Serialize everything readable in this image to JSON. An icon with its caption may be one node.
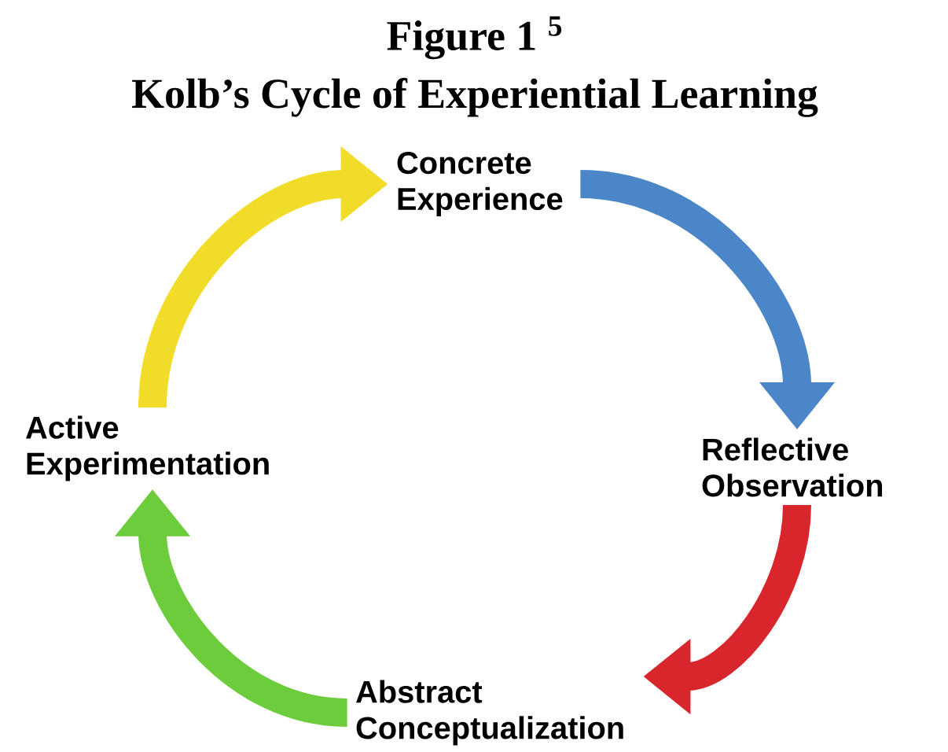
{
  "diagram": {
    "title": "Figure 1 $^{5}$",
    "caption": "Kolb’s Cycle of Experiential Learning",
    "nodes": [
      {
        "text": [
          "Concrete Experience"
        ]
      },
      {
        "text": [
          "Reflective Observation"
        ]
      },
      {
        "text": [
          "Abstract Conceptualization"
        ]
      },
      {
        "text": [
          "Active Experimentation"
        ]
      }
    ],
    "edges": [
      {
        "from": 0,
        "to": 1,
        "arrow": "to",
        "color": "#4a86c8"
      },
      {
        "from": 1,
        "to": 2,
        "arrow": "to",
        "color": "#d8262c"
      },
      {
        "from": 2,
        "to": 3,
        "arrow": "to",
        "color": "#6ccc3c"
      },
      {
        "from": 3,
        "to": 0,
        "arrow": "to",
        "color": "#f2dc2a"
      }
    ]
  }
}
